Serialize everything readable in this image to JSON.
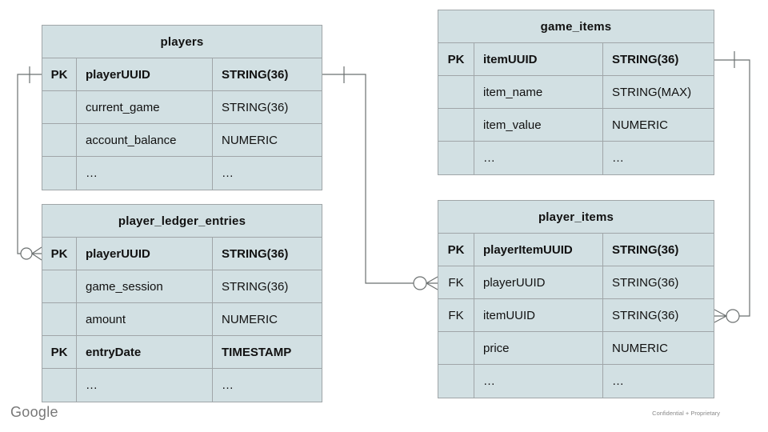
{
  "slide": {
    "brand": "Google",
    "footer_note": "Confidential + Proprietary"
  },
  "colors": {
    "table_fill": "#d2e0e3",
    "table_border": "#a0a6a8",
    "relationship_line": "#6b7070",
    "text": "#111111",
    "brand_gray": "#787878"
  },
  "tables": [
    {
      "id": "players",
      "title": "players",
      "rows": [
        {
          "key": "PK",
          "name": "playerUUID",
          "type": "STRING(36)",
          "bold": true
        },
        {
          "key": "",
          "name": "current_game",
          "type": "STRING(36)",
          "bold": false
        },
        {
          "key": "",
          "name": "account_balance",
          "type": "NUMERIC",
          "bold": false
        },
        {
          "key": "",
          "name": "…",
          "type": "…",
          "bold": false
        }
      ]
    },
    {
      "id": "game_items",
      "title": "game_items",
      "rows": [
        {
          "key": "PK",
          "name": "itemUUID",
          "type": "STRING(36)",
          "bold": true
        },
        {
          "key": "",
          "name": "item_name",
          "type": "STRING(MAX)",
          "bold": false
        },
        {
          "key": "",
          "name": "item_value",
          "type": "NUMERIC",
          "bold": false
        },
        {
          "key": "",
          "name": "…",
          "type": "…",
          "bold": false
        }
      ]
    },
    {
      "id": "player_ledger_entries",
      "title": "player_ledger_entries",
      "rows": [
        {
          "key": "PK",
          "name": "playerUUID",
          "type": "STRING(36)",
          "bold": true
        },
        {
          "key": "",
          "name": "game_session",
          "type": "STRING(36)",
          "bold": false
        },
        {
          "key": "",
          "name": "amount",
          "type": "NUMERIC",
          "bold": false
        },
        {
          "key": "PK",
          "name": "entryDate",
          "type": "TIMESTAMP",
          "bold": true
        },
        {
          "key": "",
          "name": "…",
          "type": "…",
          "bold": false
        }
      ]
    },
    {
      "id": "player_items",
      "title": "player_items",
      "rows": [
        {
          "key": "PK",
          "name": "playerItemUUID",
          "type": "STRING(36)",
          "bold": true
        },
        {
          "key": "FK",
          "name": "playerUUID",
          "type": "STRING(36)",
          "bold": false
        },
        {
          "key": "FK",
          "name": "itemUUID",
          "type": "STRING(36)",
          "bold": false
        },
        {
          "key": "",
          "name": "price",
          "type": "NUMERIC",
          "bold": false
        },
        {
          "key": "",
          "name": "…",
          "type": "…",
          "bold": false
        }
      ]
    }
  ],
  "relationships": [
    {
      "from": "players.playerUUID",
      "to": "player_ledger_entries.playerUUID",
      "from_cardinality": "one",
      "to_cardinality": "zero-or-many"
    },
    {
      "from": "players.playerUUID",
      "to": "player_items.playerUUID",
      "from_cardinality": "one",
      "to_cardinality": "zero-or-many"
    },
    {
      "from": "game_items.itemUUID",
      "to": "player_items.itemUUID",
      "from_cardinality": "one",
      "to_cardinality": "zero-or-many"
    }
  ]
}
